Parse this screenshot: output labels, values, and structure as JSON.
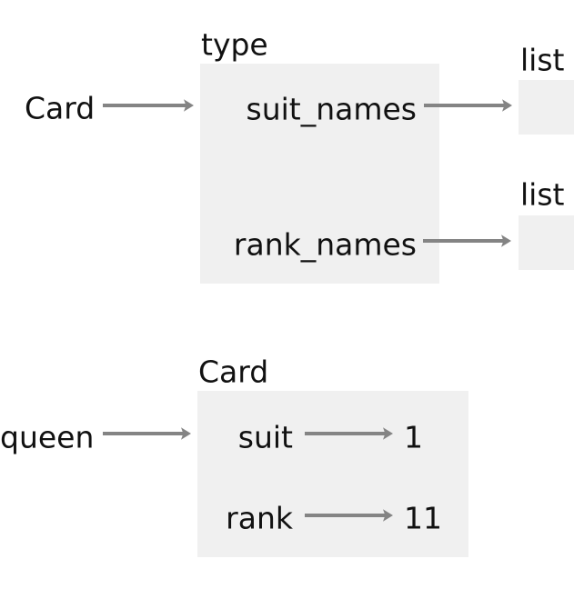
{
  "colors": {
    "background": "#ffffff",
    "box_fill": "#f0f0f0",
    "arrow": "#848484",
    "text": "#111111"
  },
  "type_object": {
    "variable": "Card",
    "title": "type",
    "attributes": [
      {
        "name": "suit_names",
        "target_type": "list"
      },
      {
        "name": "rank_names",
        "target_type": "list"
      }
    ]
  },
  "card_object": {
    "variable": "queen",
    "title": "Card",
    "attributes": [
      {
        "name": "suit",
        "value": "1"
      },
      {
        "name": "rank",
        "value": "11"
      }
    ]
  }
}
